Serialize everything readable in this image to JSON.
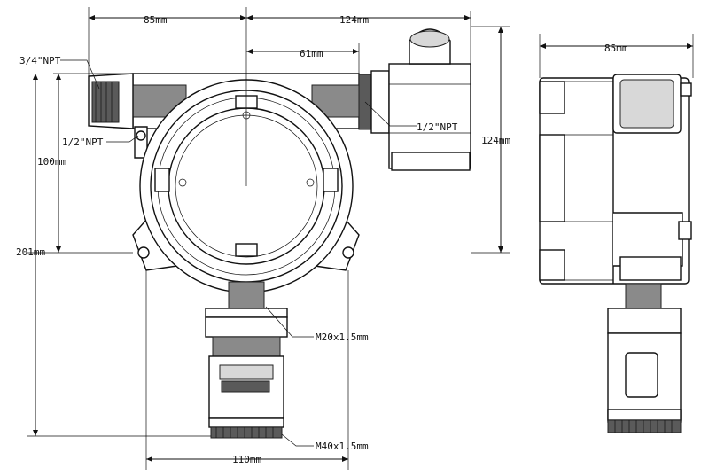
{
  "front_view": {
    "dim_85": "85mm",
    "dim_124_top": "124mm",
    "dim_61": "61mm",
    "dim_124_right": "124mm",
    "dim_100": "100mm",
    "dim_201": "201mm",
    "dim_110": "110mm",
    "label_3_4_npt": "3/4\"NPT",
    "label_1_2_npt_left": "1/2\"NPT",
    "label_1_2_npt_right": "1/2\"NPT",
    "label_m20": "M20x1.5mm",
    "label_m40": "M40x1.5mm"
  },
  "side_view": {
    "dim_85": "85mm"
  }
}
